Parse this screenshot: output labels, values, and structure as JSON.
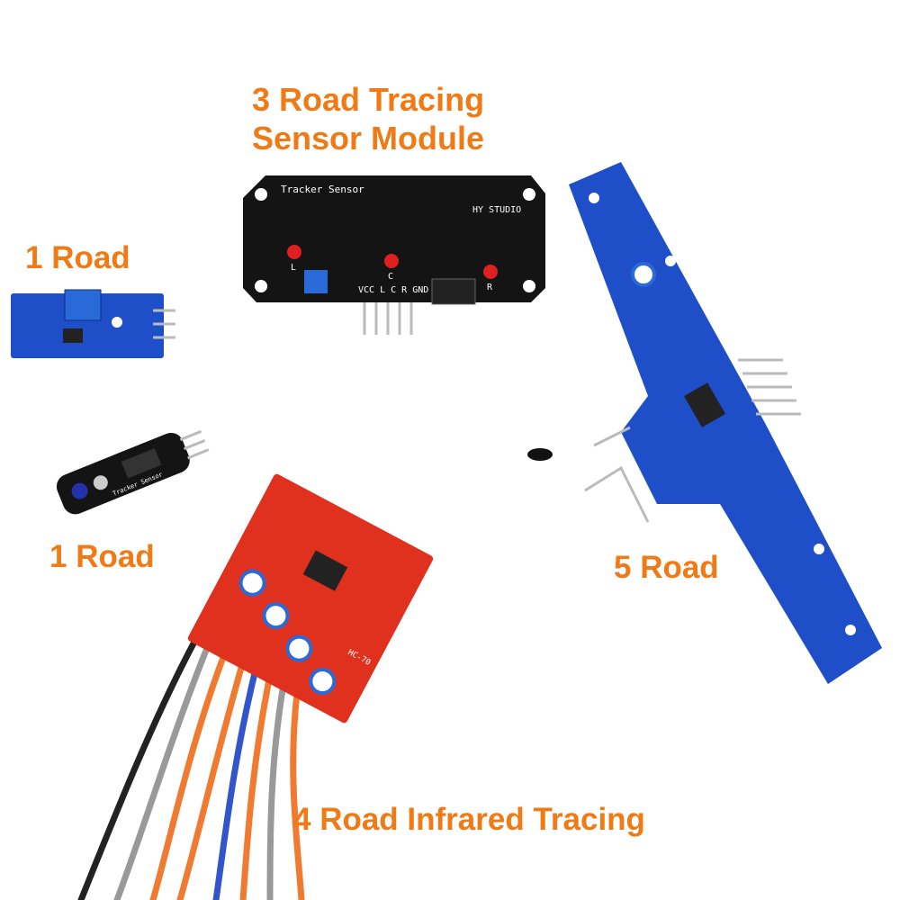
{
  "labels": {
    "three_road_line1": "3 Road Tracing",
    "three_road_line2": "Sensor Module",
    "one_road_top": "1 Road",
    "one_road_bottom": "1 Road",
    "five_road": "5 Road",
    "four_road": "4 Road Infrared Tracing"
  },
  "board_text": {
    "three_road_name": "Tracker Sensor",
    "three_road_brand": "HY STUDIO",
    "three_road_pins": "VCC L  C  R GND",
    "led_l": "L",
    "led_c": "C",
    "led_r": "R",
    "small_sensor": "Tracker Sensor",
    "red_board_model": "HC-70"
  },
  "colors": {
    "label": "#f07a16",
    "black_board": "#141414",
    "blue_board": "#1f4fc8",
    "red_board": "#e0301e"
  }
}
